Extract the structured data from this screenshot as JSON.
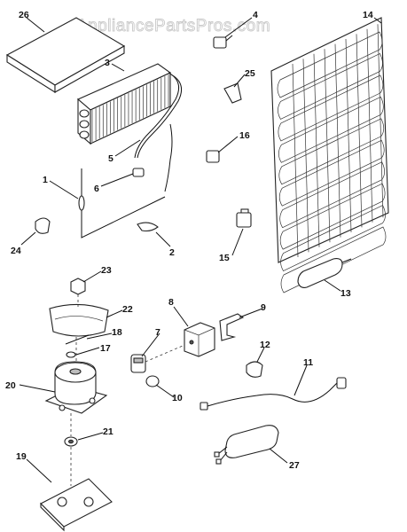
{
  "watermark": "AppliancePartsPros.com",
  "callouts": [
    {
      "id": "26",
      "text": "26"
    },
    {
      "id": "3",
      "text": "3"
    },
    {
      "id": "4",
      "text": "4"
    },
    {
      "id": "14",
      "text": "14"
    },
    {
      "id": "25",
      "text": "25"
    },
    {
      "id": "16",
      "text": "16"
    },
    {
      "id": "5",
      "text": "5"
    },
    {
      "id": "6",
      "text": "6"
    },
    {
      "id": "1",
      "text": "1"
    },
    {
      "id": "2",
      "text": "2"
    },
    {
      "id": "24",
      "text": "24"
    },
    {
      "id": "15",
      "text": "15"
    },
    {
      "id": "13",
      "text": "13"
    },
    {
      "id": "23",
      "text": "23"
    },
    {
      "id": "22",
      "text": "22"
    },
    {
      "id": "18",
      "text": "18"
    },
    {
      "id": "17",
      "text": "17"
    },
    {
      "id": "20",
      "text": "20"
    },
    {
      "id": "8",
      "text": "8"
    },
    {
      "id": "9",
      "text": "9"
    },
    {
      "id": "7",
      "text": "7"
    },
    {
      "id": "10",
      "text": "10"
    },
    {
      "id": "12",
      "text": "12"
    },
    {
      "id": "11",
      "text": "11"
    },
    {
      "id": "21",
      "text": "21"
    },
    {
      "id": "19",
      "text": "19"
    },
    {
      "id": "27",
      "text": "27"
    }
  ]
}
